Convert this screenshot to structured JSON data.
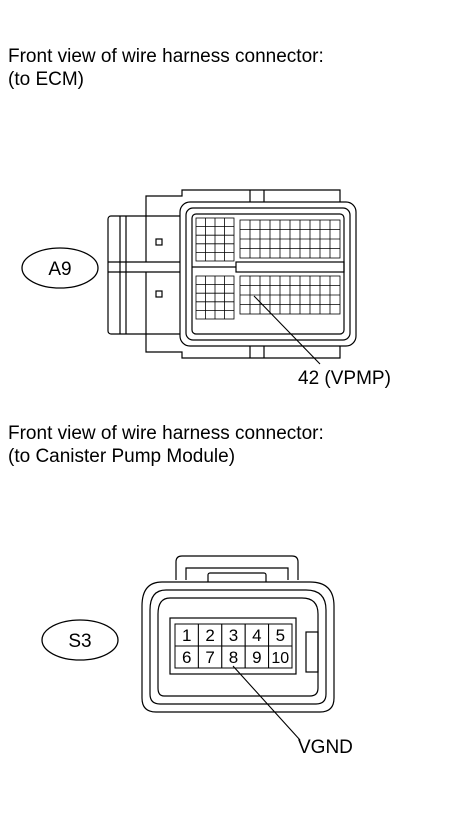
{
  "section1": {
    "caption_line1": "Front view of wire harness connector:",
    "caption_line2": "(to ECM)",
    "connector_label": "A9",
    "pin_callout": "42 (VPMP)"
  },
  "section2": {
    "caption_line1": "Front view of wire harness connector:",
    "caption_line2": "(to Canister Pump Module)",
    "connector_label": "S3",
    "pins_row1": [
      "1",
      "2",
      "3",
      "4",
      "5"
    ],
    "pins_row2": [
      "6",
      "7",
      "8",
      "9",
      "10"
    ],
    "pin_callout": "VGND"
  }
}
